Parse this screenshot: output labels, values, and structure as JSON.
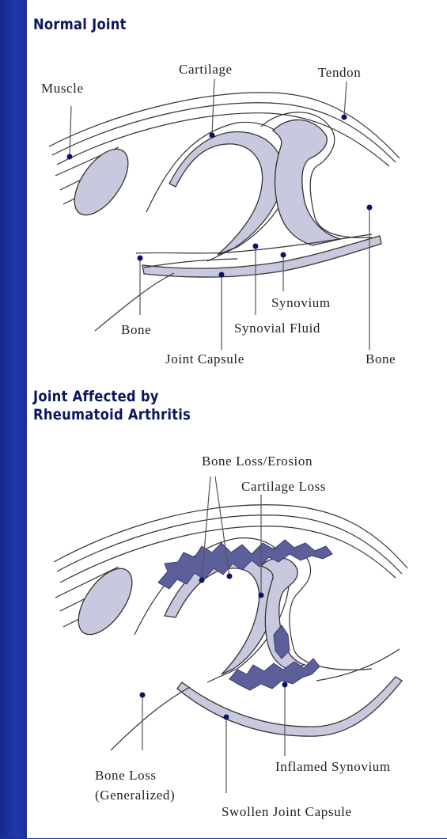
{
  "normal": {
    "title": "Normal Joint",
    "labels": {
      "muscle": "Muscle",
      "cartilage": "Cartilage",
      "tendon": "Tendon",
      "bone_left": "Bone",
      "synovium": "Synovium",
      "synovial_fluid": "Synovial Fluid",
      "joint_capsule": "Joint Capsule",
      "bone_right": "Bone"
    }
  },
  "affected": {
    "title_line1": "Joint Affected by",
    "title_line2": "Rheumatoid Arthritis",
    "labels": {
      "bone_loss_erosion": "Bone Loss/Erosion",
      "cartilage_loss": "Cartilage Loss",
      "bone_loss_line1": "Bone Loss",
      "bone_loss_line2": "(Generalized)",
      "inflamed_synovium": "Inflamed Synovium",
      "swollen_joint_capsule": "Swollen Joint Capsule"
    }
  },
  "colors": {
    "background": "#1b2f9c",
    "heading": "#0b1560",
    "cartilage_fill": "#c8c8de",
    "inflamed_fill": "#5c5f99",
    "marker_dot": "#0b1560"
  }
}
